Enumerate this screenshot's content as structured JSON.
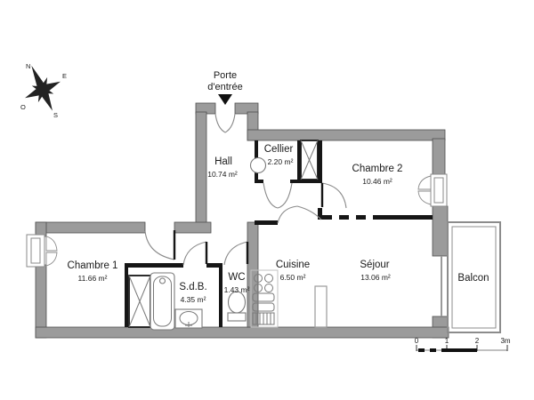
{
  "plan": {
    "entrance": {
      "label_line1": "Porte",
      "label_line2": "d'entrée"
    },
    "compass": {
      "n": "N",
      "e": "E",
      "s": "S",
      "o": "O"
    },
    "rooms": {
      "hall": {
        "name": "Hall",
        "area": "10.74 m²"
      },
      "cellier": {
        "name": "Cellier",
        "area": "2.20 m²"
      },
      "chambre2": {
        "name": "Chambre 2",
        "area": "10.46 m²"
      },
      "chambre1": {
        "name": "Chambre 1",
        "area": "11.66 m²"
      },
      "sdb": {
        "name": "S.d.B.",
        "area": "4.35 m²"
      },
      "wc": {
        "name": "WC",
        "area": "1.43 m²"
      },
      "cuisine": {
        "name": "Cuisine",
        "area": "6.50 m²"
      },
      "sejour": {
        "name": "Séjour",
        "area": "13.06 m²"
      },
      "balcon": {
        "name": "Balcon",
        "area": ""
      }
    },
    "scale": {
      "ticks": [
        "0",
        "1",
        "2",
        "3m"
      ]
    },
    "colors": {
      "wall": "#9b9b9b",
      "partition": "#161616",
      "thin_line": "#8a8a8a"
    }
  }
}
